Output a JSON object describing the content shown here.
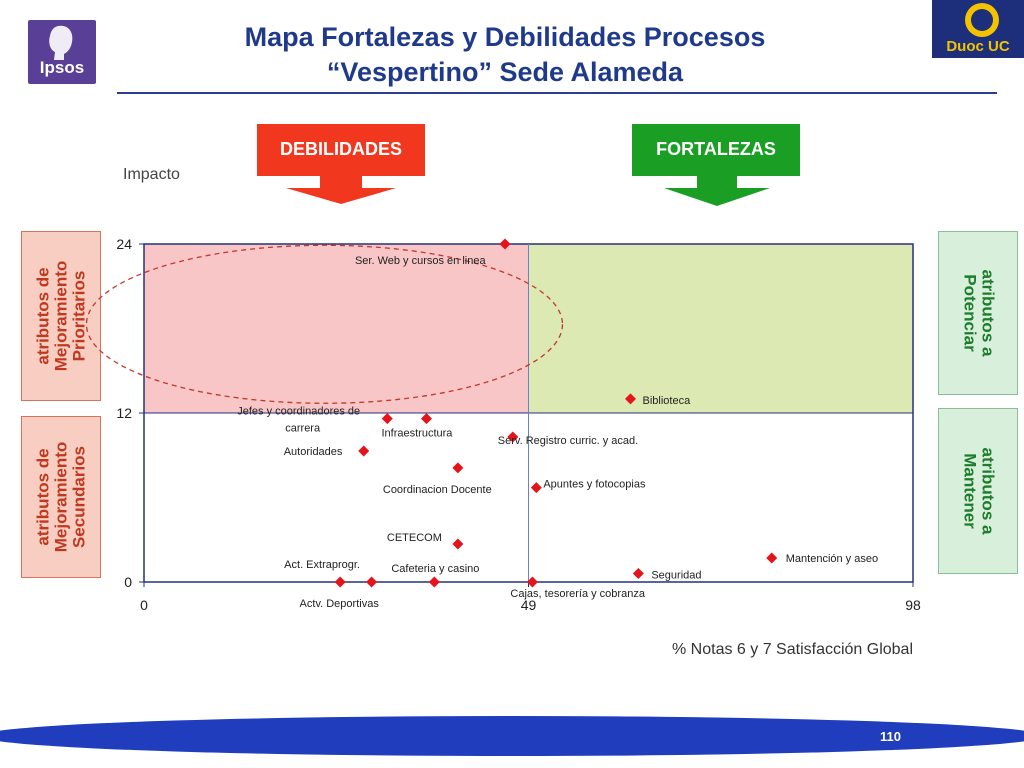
{
  "title_line1": "Mapa Fortalezas y Debilidades Procesos",
  "title_line2": "“Vespertino” Sede Alameda",
  "logos": {
    "left": "Ipsos",
    "right": "Duoc UC"
  },
  "tags": {
    "debilidades": "DEBILIDADES",
    "fortalezas": "FORTALEZAS"
  },
  "side_labels": {
    "top_left": "atributos de\nMejoramiento\nPrioritarios",
    "bottom_left": "atributos de\nMejoramiento\nSecundarios",
    "top_right": "atributos a\nPotenciar",
    "bottom_right": "atributos a\nMantener"
  },
  "page_number": "110",
  "colors": {
    "title": "#1f3a8a",
    "debilidades": "#f1381f",
    "fortalezas": "#1a9e24",
    "weak_zone": "#f8c6c6",
    "strong_zone": "#dde9b3",
    "marker": "#e5141b",
    "bottom_bar": "#1f3dbd"
  },
  "chart_data": {
    "type": "scatter",
    "ylabel": "Impacto",
    "xlabel": "% Notas 6 y 7 Satisfacción Global",
    "xlim": [
      0,
      98
    ],
    "ylim": [
      0,
      24
    ],
    "x_ticks": [
      "0",
      "49",
      "98"
    ],
    "y_ticks": [
      "0",
      "12",
      "24"
    ],
    "threshold_x": 49,
    "threshold_y": 12,
    "highlight_ellipse": "top-left quadrant (Mejoramiento Prioritarios)",
    "points": [
      {
        "label": "Ser. Web y cursos en linea",
        "x": 46,
        "y": 24
      },
      {
        "label": "Biblioteca",
        "x": 62,
        "y": 13
      },
      {
        "label": "Jefes y coordinadores de carrera",
        "x": 31,
        "y": 11.6
      },
      {
        "label": "Infraestructura",
        "x": 36,
        "y": 11.6
      },
      {
        "label": "Serv. Registro curric. y acad.",
        "x": 47,
        "y": 10.3
      },
      {
        "label": "Autoridades",
        "x": 28,
        "y": 9.3
      },
      {
        "label": "Coordinacion Docente",
        "x": 40,
        "y": 8.1
      },
      {
        "label": "Apuntes y fotocopias",
        "x": 50,
        "y": 6.7
      },
      {
        "label": "CETECOM",
        "x": 40,
        "y": 2.7
      },
      {
        "label": "Mantención y aseo",
        "x": 80,
        "y": 1.7
      },
      {
        "label": "Seguridad",
        "x": 63,
        "y": 0.6
      },
      {
        "label": "Act. Extraprogr.",
        "x": 25,
        "y": 0
      },
      {
        "label": "Actv. Deportivas",
        "x": 29,
        "y": 0
      },
      {
        "label": "Cafeteria y casino",
        "x": 37,
        "y": 0
      },
      {
        "label": "Cajas, tesorería y cobranza",
        "x": 49.5,
        "y": 0
      }
    ]
  }
}
